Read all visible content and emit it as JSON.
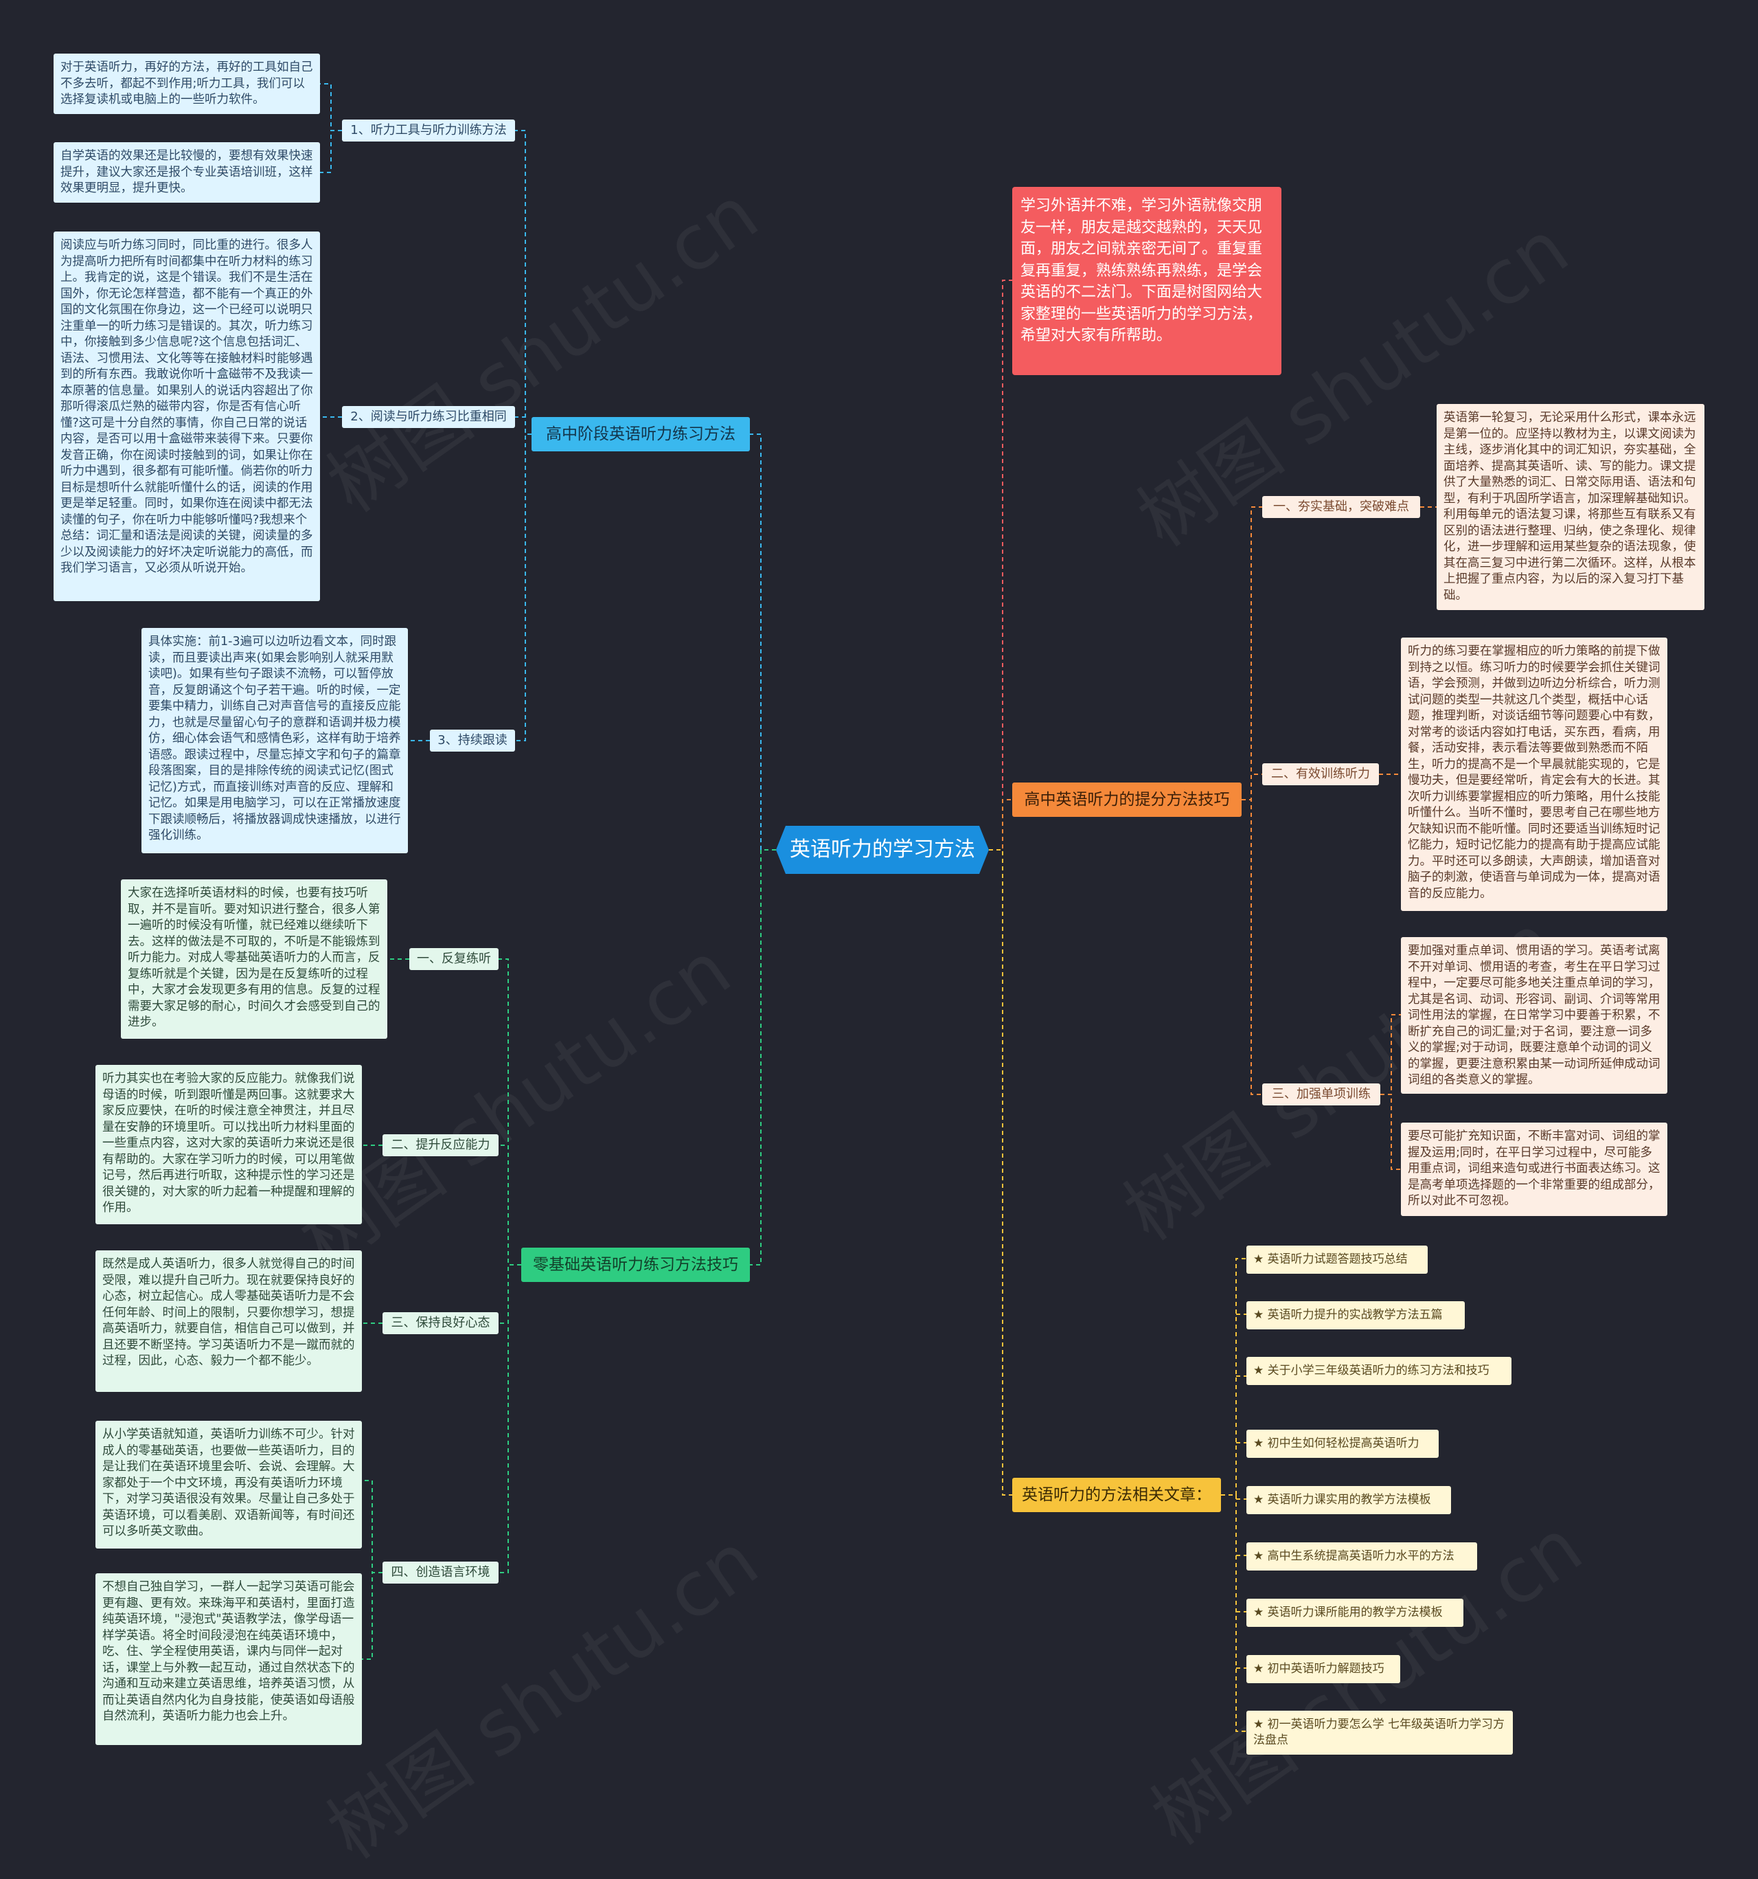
{
  "colors": {
    "background": "#23252f",
    "root": "#1a8fdf",
    "intro": "#f45c5f",
    "branch_blue": "#3ab8ee",
    "branch_green": "#2ecc81",
    "branch_orange": "#f5893a",
    "branch_yellow": "#f7c33b"
  },
  "root": {
    "label": "英语听力的学习方法"
  },
  "intro": {
    "text": "学习外语并不难，学习外语就像交朋友一样，朋友是越交越熟的，天天见面，朋友之间就亲密无间了。重复重复再重复，熟练熟练再熟练，是学会英语的不二法门。下面是树图网给大家整理的一些英语听力的学习方法，希望对大家有所帮助。"
  },
  "branches": {
    "gaozhong_jieduan": {
      "label": "高中阶段英语听力练习方法",
      "subs": [
        {
          "label": "1、听力工具与听力训练方法",
          "leaves": [
            "对于英语听力，再好的方法，再好的工具如自己不多去听，都起不到作用;听力工具，我们可以选择复读机或电脑上的一些听力软件。",
            "自学英语的效果还是比较慢的，要想有效果快速提升，建议大家还是报个专业英语培训班，这样效果更明显，提升更快。"
          ]
        },
        {
          "label": "2、阅读与听力练习比重相同",
          "leaves": [
            "阅读应与听力练习同时，同比重的进行。很多人为提高听力把所有时间都集中在听力材料的练习上。我肯定的说，这是个错误。我们不是生活在国外，你无论怎样营造，都不能有一个真正的外国的文化氛围在你身边，这一个已经可以说明只注重单一的听力练习是错误的。其次，听力练习中，你接触到多少信息呢?这个信息包括词汇、语法、习惯用法、文化等等在接触材料时能够遇到的所有东西。我敢说你听十盒磁带不及我读一本原著的信息量。如果别人的说话内容超出了你那听得滚瓜烂熟的磁带内容，你是否有信心听懂?这可是十分自然的事情，你自己日常的说话内容，是否可以用十盒磁带来装得下来。只要你发音正确，你在阅读时接触到的词，如果让你在听力中遇到，很多都有可能听懂。倘若你的听力目标是想听什么就能听懂什么的话，阅读的作用更是举足轻重。同时，如果你连在阅读中都无法读懂的句子，你在听力中能够听懂吗?我想来个总结：词汇量和语法是阅读的关键，阅读量的多少以及阅读能力的好坏决定听说能力的高低，而我们学习语言，又必须从听说开始。"
          ]
        },
        {
          "label": "3、持续跟读",
          "leaves": [
            "具体实施：前1-3遍可以边听边看文本，同时跟读，而且要读出声来(如果会影响别人就采用默读吧)。如果有些句子跟读不流畅，可以暂停放音，反复朗诵这个句子若干遍。听的时候，一定要集中精力，训练自己对声音信号的直接反应能力，也就是尽量留心句子的意群和语调并极力模仿，细心体会语气和感情色彩，这样有助于培养语感。跟读过程中，尽量忘掉文字和句子的篇章段落图案，目的是排除传统的阅读式记忆(图式记忆)方式，而直接训练对声音的反应、理解和记忆。如果是用电脑学习，可以在正常播放速度下跟读顺畅后，将播放器调成快速播放，以进行强化训练。"
          ]
        }
      ]
    },
    "lingjichu": {
      "label": "零基础英语听力练习方法技巧",
      "subs": [
        {
          "label": "一、反复练听",
          "leaves": [
            "大家在选择听英语材料的时候，也要有技巧听取，并不是盲听。要对知识进行整合，很多人第一遍听的时候没有听懂，就已经难以继续听下去。这样的做法是不可取的，不听是不能锻炼到听力能力。对成人零基础英语听力的人而言，反复练听就是个关键，因为是在反复练听的过程中，大家才会发现更多有用的信息。反复的过程需要大家足够的耐心，时间久才会感受到自己的进步。"
          ]
        },
        {
          "label": "二、提升反应能力",
          "leaves": [
            "听力其实也在考验大家的反应能力。就像我们说母语的时候，听到跟听懂是两回事。这就要求大家反应要快，在听的时候注意全神贯注，并且尽量在安静的环境里听。可以找出听力材料里面的一些重点内容，这对大家的英语听力来说还是很有帮助的。大家在学习听力的时候，可以用笔做记号，然后再进行听取，这种提示性的学习还是很关键的，对大家的听力起着一种提醒和理解的作用。"
          ]
        },
        {
          "label": "三、保持良好心态",
          "leaves": [
            "既然是成人英语听力，很多人就觉得自己的时间受限，难以提升自己听力。现在就要保持良好的心态，树立起信心。成人零基础英语听力是不会任何年龄、时间上的限制，只要你想学习，想提高英语听力，就要自信，相信自己可以做到，并且还要不断坚持。学习英语听力不是一蹴而就的过程，因此，心态、毅力一个都不能少。"
          ]
        },
        {
          "label": "四、创造语言环境",
          "leaves": [
            "从小学英语就知道，英语听力训练不可少。针对成人的零基础英语，也要做一些英语听力，目的是让我们在英语环境里会听、会说、会理解。大家都处于一个中文环境，再没有英语听力环境下，对学习英语很没有效果。尽量让自己多处于英语环境，可以看美剧、双语新闻等，有时间还可以多听英文歌曲。",
            "不想自己独自学习，一群人一起学习英语可能会更有趣、更有效。来珠海平和英语村，里面打造纯英语环境，\"浸泡式\"英语教学法，像学母语一样学英语。将全时间段浸泡在纯英语环境中，吃、住、学全程使用英语，课内与同伴一起对话，课堂上与外教一起互动，通过自然状态下的沟通和互动来建立英语思维，培养英语习惯，从而让英语自然内化为自身技能，使英语如母语般自然流利，英语听力能力也会上升。"
          ]
        }
      ]
    },
    "tifen": {
      "label": "高中英语听力的提分方法技巧",
      "subs": [
        {
          "label": "一、夯实基础，突破难点",
          "leaves": [
            "英语第一轮复习，无论采用什么形式，课本永远是第一位的。应坚持以教材为主，以课文阅读为主线，逐步消化其中的词汇知识，夯实基础，全面培养、提高其英语听、读、写的能力。课文提供了大量熟悉的词汇、日常交际用语、语法和句型，有利于巩固所学语言，加深理解基础知识。利用每单元的语法复习课，将那些互有联系又有区别的语法进行整理、归纳，使之条理化、规律化，进一步理解和运用某些复杂的语法现象，使其在高三复习中进行第二次循环。这样，从根本上把握了重点内容，为以后的深入复习打下基础。"
          ]
        },
        {
          "label": "二、有效训练听力",
          "leaves": [
            "听力的练习要在掌握相应的听力策略的前提下做到持之以恒。练习听力的时候要学会抓住关键词语，学会预测，并做到边听边分析综合，听力测试问题的类型一共就这几个类型，概括中心话题，推理判断，对谈话细节等问题要心中有数，对常考的谈话内容如打电话，买东西，看病，用餐，活动安排，表示看法等要做到熟悉而不陌生，听力的提高不是一个早晨就能实现的，它是慢功夫，但是要经常听，肯定会有大的长进。其次听力训练要掌握相应的听力策略，用什么技能听懂什么。当听不懂时，要思考自己在哪些地方欠缺知识而不能听懂。同时还要适当训练短时记忆能力，短时记忆能力的提高有助于提高应试能力。平时还可以多朗读，大声朗读，增加语音对脑子的刺激，使语音与单词成为一体，提高对语音的反应能力。"
          ]
        },
        {
          "label": "三、加强单项训练",
          "leaves": [
            "要加强对重点单词、惯用语的学习。英语考试离不开对单词、惯用语的考查，考生在平日学习过程中，一定要尽可能多地关注重点单词的学习，尤其是名词、动词、形容词、副词、介词等常用词性用法的掌握，在日常学习中要善于积累，不断扩充自己的词汇量;对于名词，要注意一词多义的掌握;对于动词，既要注意单个动词的词义的掌握，更要注意积累由某一动词所延伸成动词词组的各类意义的掌握。",
            "要尽可能扩充知识面，不断丰富对词、词组的掌握及运用;同时，在平日学习过程中，尽可能多用重点词，词组来造句或进行书面表达练习。这是高考单项选择题的一个非常重要的组成部分，所以对此不可忽视。"
          ]
        }
      ]
    },
    "xiangguan": {
      "label": "英语听力的方法相关文章：",
      "articles": [
        "★ 英语听力试题答题技巧总结",
        "★ 英语听力提升的实战教学方法五篇",
        "★ 关于小学三年级英语听力的练习方法和技巧",
        "★ 初中生如何轻松提高英语听力",
        "★ 英语听力课实用的教学方法模板",
        "★ 高中生系统提高英语听力水平的方法",
        "★ 英语听力课所能用的教学方法模板",
        "★ 初中英语听力解题技巧",
        "★ 初一英语听力要怎么学 七年级英语听力学习方法盘点"
      ]
    }
  }
}
